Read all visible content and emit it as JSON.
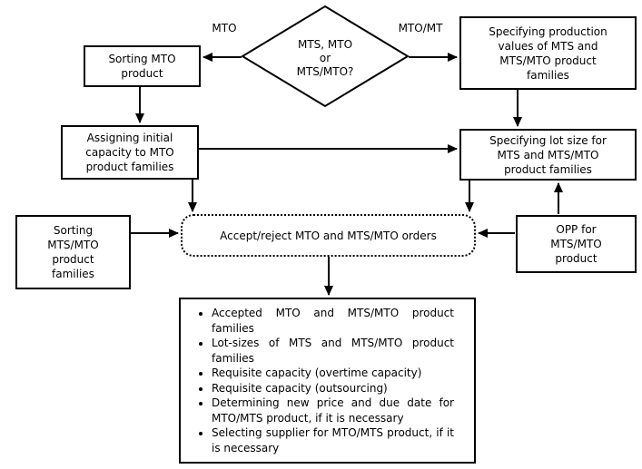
{
  "decision": {
    "text": "MTS, MTO\nor\nMTS/MTO?"
  },
  "edge_labels": {
    "left": "MTO",
    "right": "MTO/MT"
  },
  "nodes": {
    "sorting_mto": "Sorting MTO\nproduct",
    "spec_production": "Specifying production\nvalues of MTS and\nMTS/MTO product\nfamilies",
    "assign_capacity": "Assigning initial\ncapacity to MTO\nproduct families",
    "spec_lot": "Specifying lot size for\nMTS and MTS/MTO\nproduct families",
    "sorting_mtsmto": "Sorting\nMTS/MTO\nproduct\nfamilies",
    "accept_reject": "Accept/reject MTO and MTS/MTO orders",
    "opp": "OPP for\nMTS/MTO\nproduct"
  },
  "outputs": {
    "items": [
      "Accepted MTO and MTS/MTO product families",
      "Lot-sizes of MTS and MTS/MTO product families",
      "Requisite capacity (overtime capacity)",
      "Requisite capacity (outsourcing)",
      "Determining new price and due date for MTO/MTS product, if it is necessary",
      "Selecting supplier for MTO/MTS product, if it is necessary"
    ]
  },
  "colors": {
    "ink": "#000000",
    "background": "#ffffff"
  }
}
